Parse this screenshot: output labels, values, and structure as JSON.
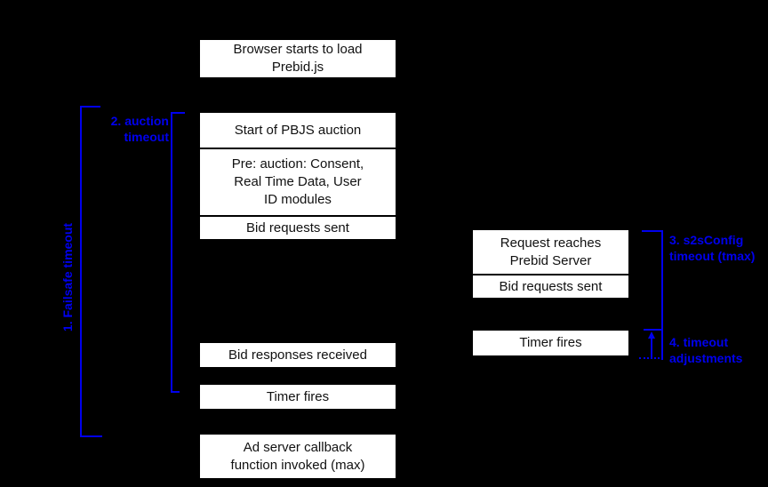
{
  "colors": {
    "background": "#000000",
    "box_background": "#ffffff",
    "box_text": "#111111",
    "annotation_blue": "#0000ee"
  },
  "left_timeline": {
    "browser_load": "Browser starts to load\nPrebid.js",
    "auction_start": "Start of PBJS auction",
    "pre_auction_modules": "Pre: auction: Consent,\nReal Time Data, User\nID modules",
    "bid_requests_sent": "Bid requests sent",
    "bid_responses_received": "Bid responses received",
    "timer_fires": "Timer fires",
    "ad_server_callback": "Ad server callback\nfunction invoked (max)"
  },
  "right_timeline": {
    "request_reaches_server": "Request reaches\nPrebid Server",
    "bid_requests_sent": "Bid requests sent",
    "timer_fires": "Timer fires"
  },
  "annotations": {
    "failsafe_timeout": "1. Failsafe timeout",
    "auction_timeout": "2. auction\ntimeout",
    "s2s_config_timeout": "3. s2sConfig\ntimeout (tmax)",
    "timeout_adjustments": "4. timeout\nadjustments"
  }
}
